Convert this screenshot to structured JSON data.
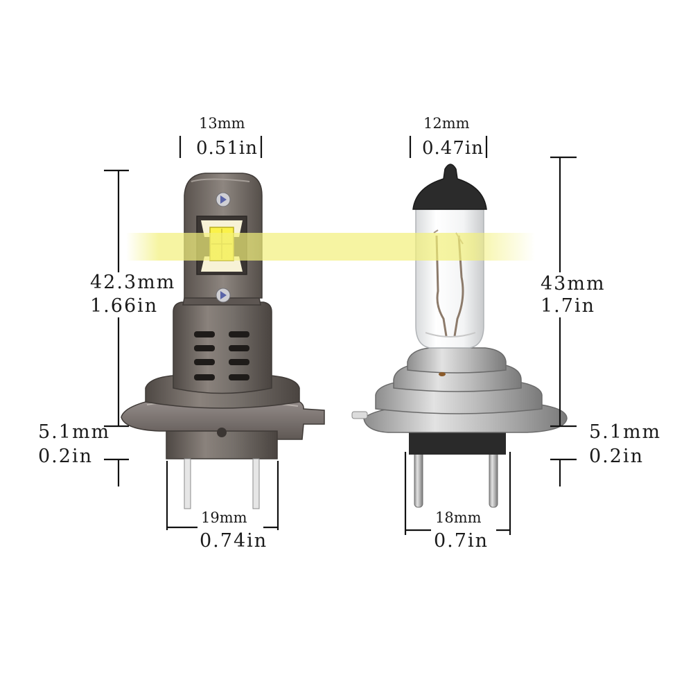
{
  "led_bulb": {
    "width_mm": "13mm",
    "width_in": "0.51in",
    "height_mm": "42.3mm",
    "height_in": "1.66in",
    "flange_mm": "5.1mm",
    "flange_in": "0.2in",
    "base_mm": "19mm",
    "base_in": "0.74in"
  },
  "halogen_bulb": {
    "width_mm": "12mm",
    "width_in": "0.47in",
    "height_mm": "43mm",
    "height_in": "1.7in",
    "flange_mm": "5.1mm",
    "flange_in": "0.2in",
    "base_mm": "18mm",
    "base_in": "0.7in"
  },
  "colors": {
    "led_body": "#6f6762",
    "light_beam": "#f2f07a",
    "glass": "#f4f5f6",
    "cap": "#2a2a2a",
    "metal": "#b9b9b9",
    "dimension_line": "#111111"
  },
  "icons": [
    "led-bulb",
    "halogen-bulb",
    "light-beam"
  ]
}
